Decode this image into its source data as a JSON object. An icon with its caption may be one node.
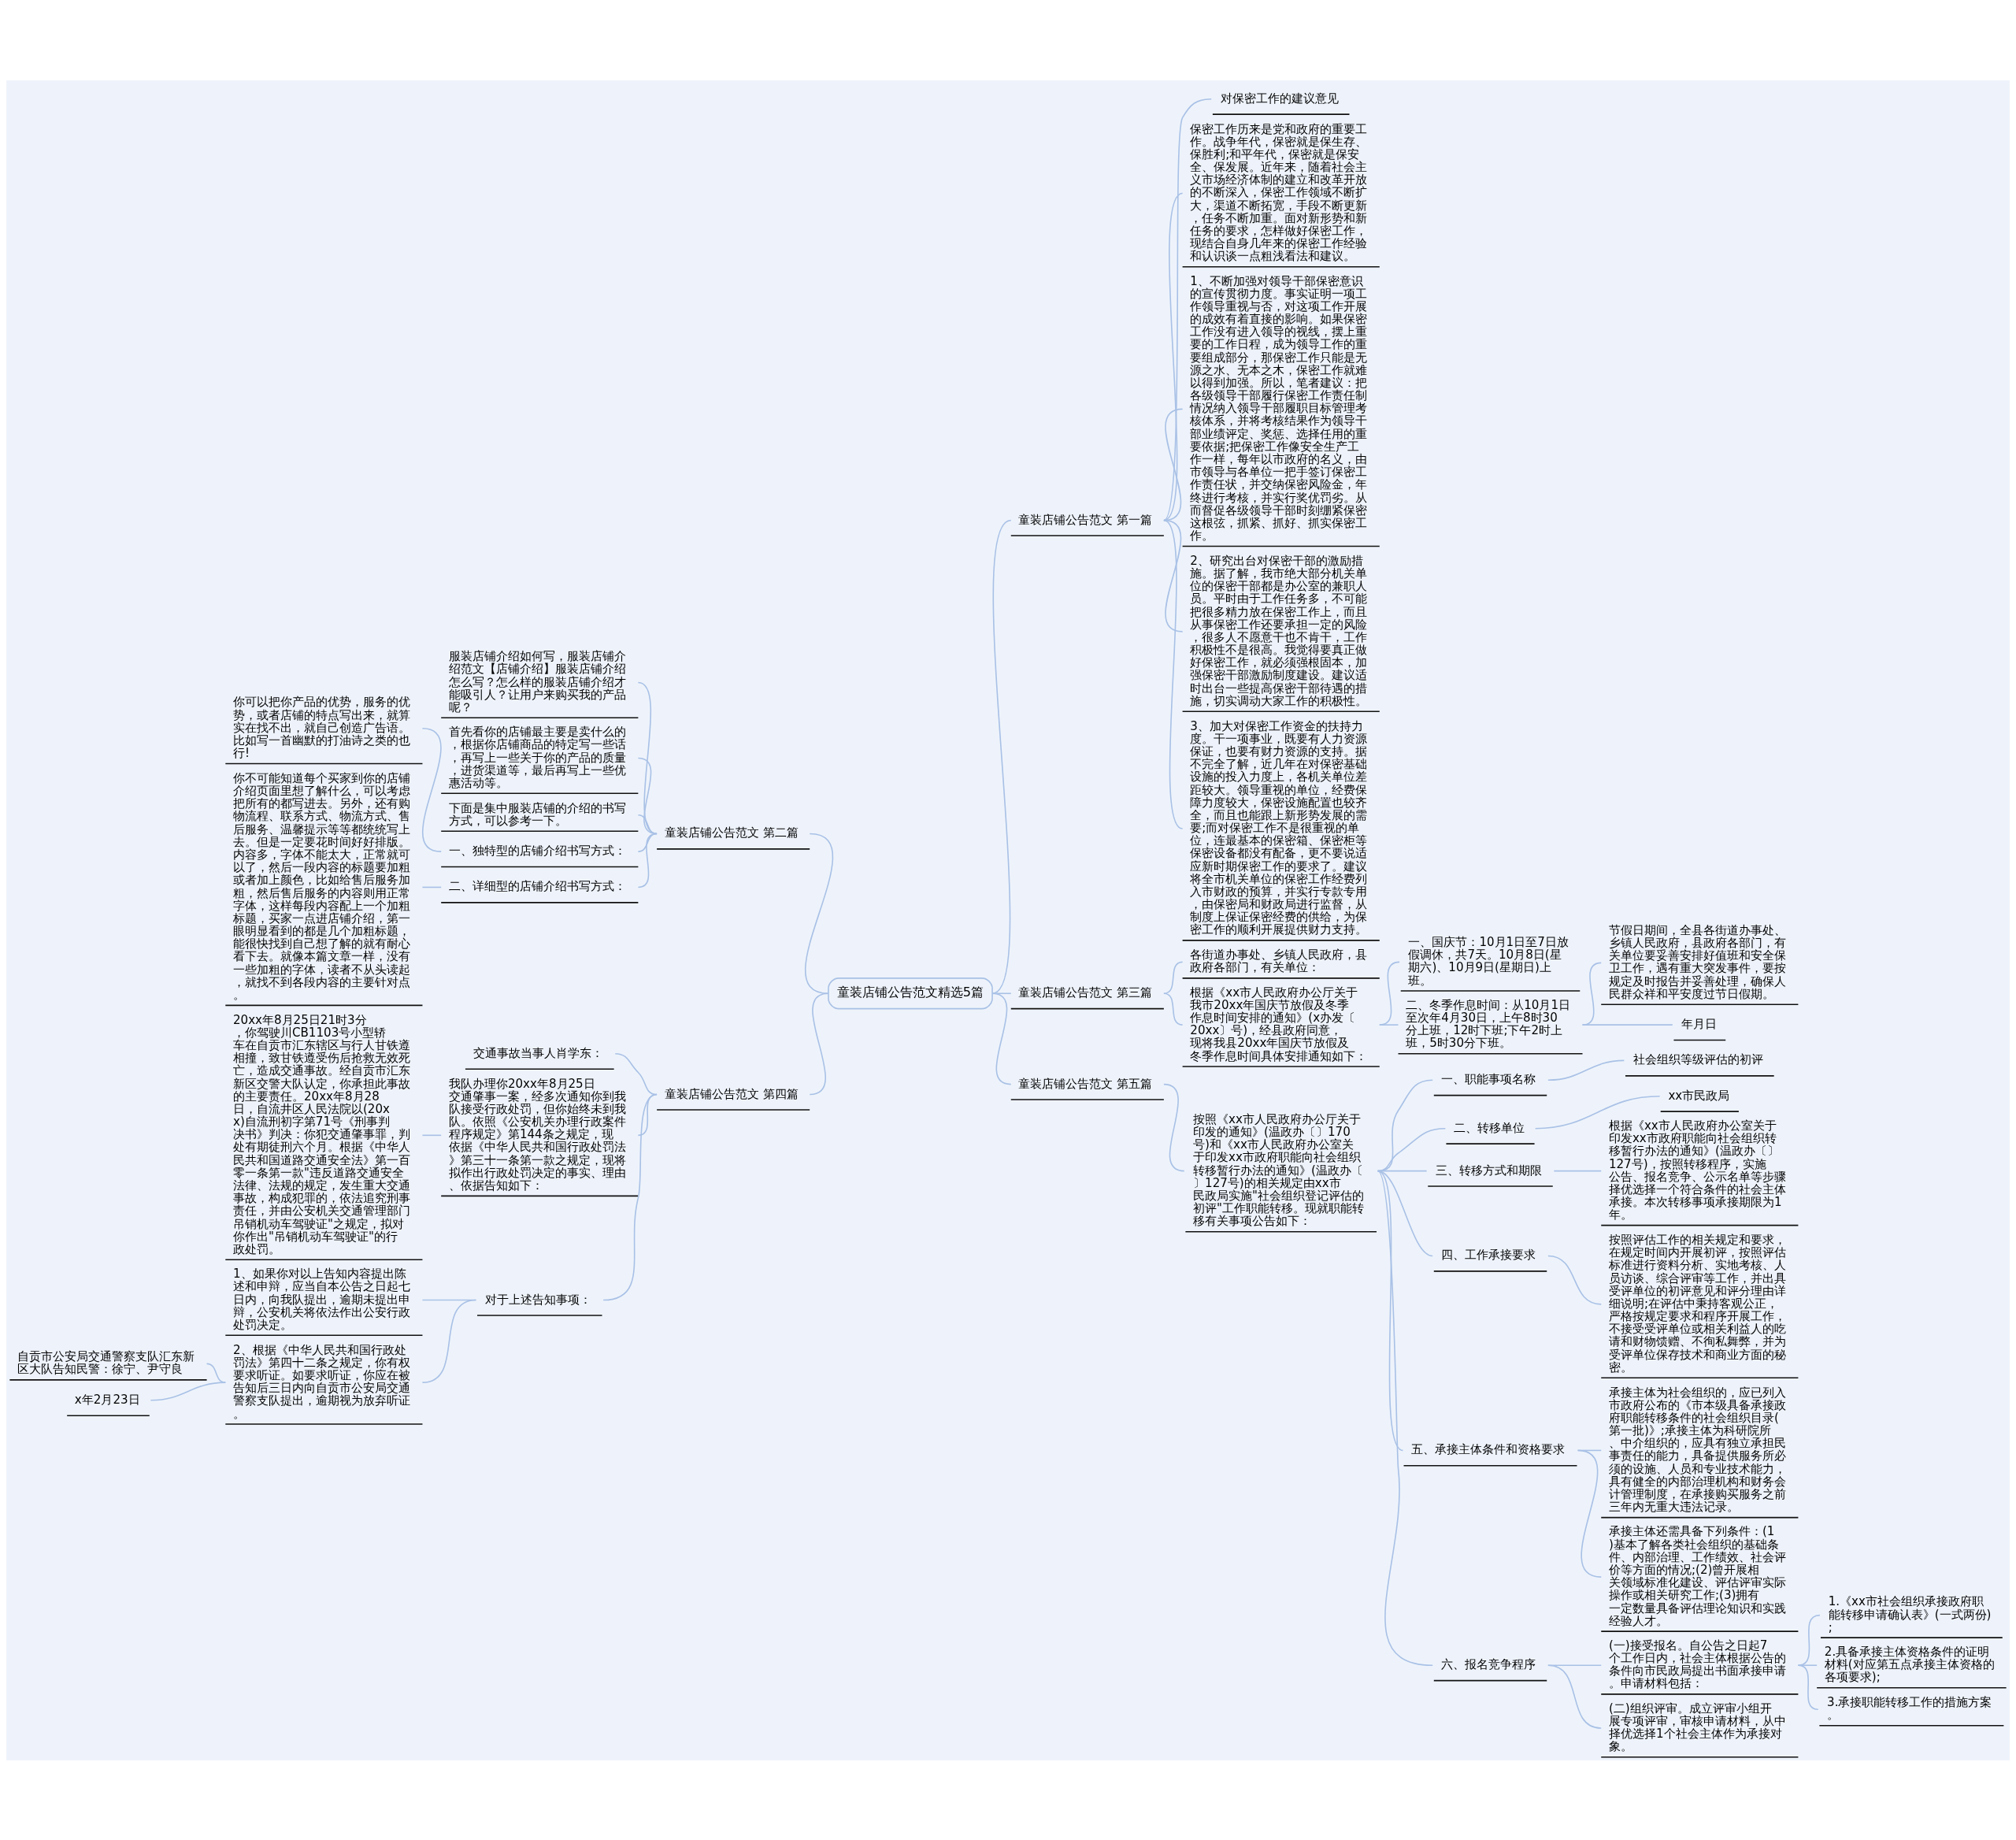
{
  "diagram": {
    "nodes": [
      {
        "text": [
          "童装店铺公告范文精选5篇"
        ]
      },
      {
        "text": [
          "童装店铺公告范文 第一篇"
        ]
      },
      {
        "text": [
          "对保密工作的建议意见"
        ]
      },
      {
        "text": [
          "保密工作历来是党和政府的重要工作。战争年代，保密就是保生存、保胜利;和平年代，保密就是保安全、保发展。近年来，随着社会主义市场经济体制的建立和改革开放的不断深入，保密工作领域不断扩大，渠道不断拓宽，手段不断更新，任务不断加重。面对新形势和新任务的要求，怎样做好保密工作，现结合自身几年来的保密工作经验和认识谈一点粗浅看法和建议。"
        ]
      },
      {
        "text": [
          "1、不断加强对领导干部保密意识的宣传贯彻力度。事实证明一项工作领导重视与否，对这项工作开展的成效有着直接的影响。如果保密工作没有进入领导的视线，摆上重要的工作日程，成为领导工作的重要组成部分，那保密工作只能是无源之水、无本之木，保密工作就难以得到加强。所以，笔者建议：把各级领导干部履行保密工作责任制情况纳入领导干部履职目标管理考核体系，并将考核结果作为领导干部业绩评定、奖惩、选择任用的重要依据;把保密工作像安全生产工作一样，每年以市政府的名义，由市领导与各单位一把手签订保密工作责任状，并交纳保密风险金，年终进行考核，并实行奖优罚劣。从而督促各级领导干部时刻绷紧保密这根弦，抓紧、抓好、抓实保密工作。"
        ]
      },
      {
        "text": [
          "2、研究出台对保密干部的激励措施。据了解，我市绝大部分机关单位的保密干部都是办公室的兼职人员。平时由于工作任务多，不可能把很多精力放在保密工作上，而且从事保密工作还要承担一定的风险，很多人不愿意干也不肯干，工作积极性不是很高。我觉得要真正做好保密工作，就必须强根固本，加强保密干部激励制度建设。建议适时出台一些提高保密干部待遇的措施，切实调动大家工作的积极性。"
        ]
      },
      {
        "text": [
          "3、加大对保密工作资金的扶持力度。干一项事业，既要有人力资源保证，也要有财力资源的支持。据不完全了解，近几年在对保密基础设施的投入力度上，各机关单位差距较大。领导重视的单位，经费保障力度较大，保密设施配置也较齐全，而且也能跟上新形势发展的需要;而对保密工作不是很重视的单位，连最基本的保密箱、保密柜等保密设备都没有配备，更不要说适应新时期保密工作的要求了。建议将全市机关单位的保密工作经费列入市财政的预算，并实行专款专用，由保密局和财政局进行监督，从制度上保证保密经费的供给，为保密工作的顺利开展提供财力支持。"
        ]
      },
      {
        "text": [
          "童装店铺公告范文 第三篇"
        ]
      },
      {
        "text": [
          "各街道办事处、乡镇人民政府，县政府各部门，有关单位："
        ]
      },
      {
        "text": [
          "根据《xx市人民政府办公厅关于我市20xx年国庆节放假及冬季作息时间安排的通知》(x办发〔20xx〕号)，经县政府同意，现将我县20xx年国庆节放假及冬季作息时间具体安排通知如下："
        ]
      },
      {
        "text": [
          "一、国庆节：10月1日至7日放假调休，共7天。10月8日(星期六)、10月9日(星期日)上班。"
        ]
      },
      {
        "text": [
          "二、冬季作息时间：从10月1日至次年4月30日，上午8时30分上班，12时下班;下午2时上班，5时30分下班。"
        ]
      },
      {
        "text": [
          "节假日期间，全县各街道办事处、乡镇人民政府，县政府各部门，有关单位要妥善安排好值班和安全保卫工作，遇有重大突发事件，要按规定及时报告并妥善处理，确保人民群众祥和平安度过节日假期。"
        ]
      },
      {
        "text": [
          "年月日"
        ]
      },
      {
        "text": [
          "童装店铺公告范文 第五篇"
        ]
      },
      {
        "text": [
          "按照《xx市人民政府办公厅关于印发的通知》(温政办〔〕170号)和《xx市人民政府办公室关于印发xx市政府职能向社会组织转移暂行办法的通知》(温政办〔〕127号)的相关规定由xx市民政局实施\"社会组织登记评估的初评\"工作职能转移。现就职能转移有关事项公告如下："
        ]
      },
      {
        "text": [
          "一、职能事项名称"
        ]
      },
      {
        "text": [
          "社会组织等级评估的初评"
        ]
      },
      {
        "text": [
          "二、转移单位"
        ]
      },
      {
        "text": [
          "xx市民政局"
        ]
      },
      {
        "text": [
          "三、转移方式和期限"
        ]
      },
      {
        "text": [
          "根据《xx市人民政府办公室关于印发xx市政府职能向社会组织转移暂行办法的通知》(温政办〔〕127号)，按照转移程序，实施公告、报名竞争、公示名单等步骤择优选择一个符合条件的社会主体承接。本次转移事项承接期限为1年。"
        ]
      },
      {
        "text": [
          "四、工作承接要求"
        ]
      },
      {
        "text": [
          "按照评估工作的相关规定和要求，在规定时间内开展初评，按照评估标准进行资料分析、实地考核、人员访谈、综合评审等工作，并出具受评单位的初评意见和评分理由详细说明;在评估中秉持客观公正，严格按规定要求和程序开展工作，不接受受评单位或相关利益人的吃请和财物馈赠、不徇私舞弊，并为受评单位保存技术和商业方面的秘密。"
        ]
      },
      {
        "text": [
          "五、承接主体条件和资格要求"
        ]
      },
      {
        "text": [
          "承接主体为社会组织的，应已列入市政府公布的《市本级具备承接政府职能转移条件的社会组织目录(第一批)》;承接主体为科研院所、中介组织的，应具有独立承担民事责任的能力，具备提供服务所必须的设施、人员和专业技术能力，具有健全的内部治理机构和财务会计管理制度，在承接购买服务之前三年内无重大违法记录。"
        ]
      },
      {
        "text": [
          "承接主体还需具备下列条件：(1)基本了解各类社会组织的基础条件、内部治理、工作绩效、社会评价等方面的情况;(2)曾开展相关领域标准化建设、评估评审实际操作或相关研究工作;(3)拥有一定数量具备评估理论知识和实践经验人才。"
        ]
      },
      {
        "text": [
          "六、报名竞争程序"
        ]
      },
      {
        "text": [
          "(一)接受报名。自公告之日起7个工作日内，社会主体根据公告的条件向市民政局提出书面承接申请。申请材料包括："
        ]
      },
      {
        "text": [
          "1.《xx市社会组织承接政府职能转移申请确认表》(一式两份);"
        ]
      },
      {
        "text": [
          "2.具备承接主体资格条件的证明材料(对应第五点承接主体资格的各项要求);"
        ]
      },
      {
        "text": [
          "3.承接职能转移工作的措施方案。"
        ]
      },
      {
        "text": [
          "(二)组织评审。成立评审小组开展专项评审，审核申请材料，从中择优选择1个社会主体作为承接对象。"
        ]
      },
      {
        "text": [
          "童装店铺公告范文 第二篇"
        ]
      },
      {
        "text": [
          "服装店铺介绍如何写，服装店铺介绍范文【店铺介绍】服装店铺介绍怎么写？怎么样的服装店铺介绍才能吸引人？让用户来购买我的产品呢？"
        ]
      },
      {
        "text": [
          "首先看你的店铺最主要是卖什么的，根据你店铺商品的特定写一些话，再写上一些关于你的产品的质量，进货渠道等，最后再写上一些优惠活动等。"
        ]
      },
      {
        "text": [
          "下面是集中服装店铺的介绍的书写方式，可以参考一下。"
        ]
      },
      {
        "text": [
          "一、独特型的店铺介绍书写方式："
        ]
      },
      {
        "text": [
          "你可以把你产品的优势，服务的优势，或者店铺的特点写出来，就算实在找不出，就自己创造广告语。比如写一首幽默的打油诗之类的也行!"
        ]
      },
      {
        "text": [
          "二、详细型的店铺介绍书写方式："
        ]
      },
      {
        "text": [
          "你不可能知道每个买家到你的店铺介绍页面里想了解什么，可以考虑把所有的都写进去。另外，还有购物流程、联系方式、物流方式、售后服务、温馨提示等等都统统写上去。但是一定要花时间好好排版。内容多，字体不能太大，正常就可以了，然后一段内容的标题要加粗或者加上颜色，比如给售后服务加粗，然后售后服务的内容则用正常字体，这样每段内容配上一个加粗标题，买家一点进店铺介绍，第一眼明显看到的都是几个加粗标题，能很快找到自己想了解的就有耐心看下去。就像本篇文章一样，没有一些加粗的字体，读者不从头读起，就找不到各段内容的主要针对点。"
        ]
      },
      {
        "text": [
          "童装店铺公告范文 第四篇"
        ]
      },
      {
        "text": [
          "交通事故当事人肖学东："
        ]
      },
      {
        "text": [
          "我队办理你20xx年8月25日交通肇事一案，经多次通知你到我队接受行政处罚，但你始终未到我队。依照《公安机关办理行政案件程序规定》第144条之规定，现依据《中华人民共和国行政处罚法》第三十一条第一款之规定，现将拟作出行政处罚决定的事实、理由、依据告知如下："
        ]
      },
      {
        "text": [
          "20xx年8月25日21时3分，你驾驶川CB1103号小型轿车在自贡市汇东辖区与行人甘铁遵相撞，致甘铁遵受伤后抢救无效死亡，造成交通事故。经自贡市汇东新区交警大队认定，你承担此事故的主要责任。20xx年8月28日，自流井区人民法院以(20xx)自流刑初字第71号《刑事判决书》判决：你犯交通肇事罪，判处有期徒刑六个月。根据《中华人民共和国道路交通安全法》第一百零一条第一款\"违反道路交通安全法律、法规的规定，发生重大交通事故，构成犯罪的，依法追究刑事责任，并由公安机关交通管理部门吊销机动车驾驶证\"之规定，拟对你作出\"吊销机动车驾驶证\"的行政处罚。"
        ]
      },
      {
        "text": [
          "对于上述告知事项："
        ]
      },
      {
        "text": [
          "1、如果你对以上告知内容提出陈述和申辩，应当自本公告之日起七日内，向我队提出，逾期未提出申辩，公安机关将依法作出公安行政处罚决定。"
        ]
      },
      {
        "text": [
          "2、根据《中华人民共和国行政处罚法》第四十二条之规定，你有权要求听证。如要求听证，你应在被告知后三日内向自贡市公安局交通警察支队提出，逾期视为放弃听证。"
        ]
      },
      {
        "text": [
          "自贡市公安局交通警察支队汇东新区大队告知民警：徐宁、尹守良"
        ]
      },
      {
        "text": [
          "x年2月23日"
        ]
      }
    ],
    "edges": [
      {
        "from": 0,
        "to": 1,
        "arrow": "none"
      },
      {
        "from": 1,
        "to": 2,
        "arrow": "none"
      },
      {
        "from": 1,
        "to": 3,
        "arrow": "none"
      },
      {
        "from": 1,
        "to": 4,
        "arrow": "none"
      },
      {
        "from": 1,
        "to": 5,
        "arrow": "none"
      },
      {
        "from": 1,
        "to": 6,
        "arrow": "none"
      },
      {
        "from": 0,
        "to": 7,
        "arrow": "none"
      },
      {
        "from": 7,
        "to": 8,
        "arrow": "none"
      },
      {
        "from": 7,
        "to": 9,
        "arrow": "none"
      },
      {
        "from": 9,
        "to": 10,
        "arrow": "none"
      },
      {
        "from": 9,
        "to": 11,
        "arrow": "none"
      },
      {
        "from": 11,
        "to": 12,
        "arrow": "none"
      },
      {
        "from": 11,
        "to": 13,
        "arrow": "none"
      },
      {
        "from": 0,
        "to": 14,
        "arrow": "none"
      },
      {
        "from": 14,
        "to": 15,
        "arrow": "none"
      },
      {
        "from": 15,
        "to": 16,
        "arrow": "none"
      },
      {
        "from": 16,
        "to": 17,
        "arrow": "none"
      },
      {
        "from": 15,
        "to": 18,
        "arrow": "none"
      },
      {
        "from": 18,
        "to": 19,
        "arrow": "none"
      },
      {
        "from": 15,
        "to": 20,
        "arrow": "none"
      },
      {
        "from": 20,
        "to": 21,
        "arrow": "none"
      },
      {
        "from": 15,
        "to": 22,
        "arrow": "none"
      },
      {
        "from": 22,
        "to": 23,
        "arrow": "none"
      },
      {
        "from": 15,
        "to": 24,
        "arrow": "none"
      },
      {
        "from": 24,
        "to": 25,
        "arrow": "none"
      },
      {
        "from": 24,
        "to": 26,
        "arrow": "none"
      },
      {
        "from": 15,
        "to": 27,
        "arrow": "none"
      },
      {
        "from": 27,
        "to": 28,
        "arrow": "none"
      },
      {
        "from": 28,
        "to": 29,
        "arrow": "none"
      },
      {
        "from": 28,
        "to": 30,
        "arrow": "none"
      },
      {
        "from": 28,
        "to": 31,
        "arrow": "none"
      },
      {
        "from": 27,
        "to": 32,
        "arrow": "none"
      },
      {
        "from": 0,
        "to": 33,
        "arrow": "none"
      },
      {
        "from": 33,
        "to": 34,
        "arrow": "none"
      },
      {
        "from": 33,
        "to": 35,
        "arrow": "none"
      },
      {
        "from": 33,
        "to": 36,
        "arrow": "none"
      },
      {
        "from": 33,
        "to": 37,
        "arrow": "none"
      },
      {
        "from": 37,
        "to": 38,
        "arrow": "none"
      },
      {
        "from": 33,
        "to": 39,
        "arrow": "none"
      },
      {
        "from": 39,
        "to": 40,
        "arrow": "none"
      },
      {
        "from": 0,
        "to": 41,
        "arrow": "none"
      },
      {
        "from": 41,
        "to": 42,
        "arrow": "none"
      },
      {
        "from": 41,
        "to": 43,
        "arrow": "none"
      },
      {
        "from": 43,
        "to": 44,
        "arrow": "none"
      },
      {
        "from": 41,
        "to": 45,
        "arrow": "none"
      },
      {
        "from": 45,
        "to": 46,
        "arrow": "none"
      },
      {
        "from": 45,
        "to": 47,
        "arrow": "none"
      },
      {
        "from": 47,
        "to": 48,
        "arrow": "none"
      },
      {
        "from": 47,
        "to": 49,
        "arrow": "none"
      }
    ]
  }
}
